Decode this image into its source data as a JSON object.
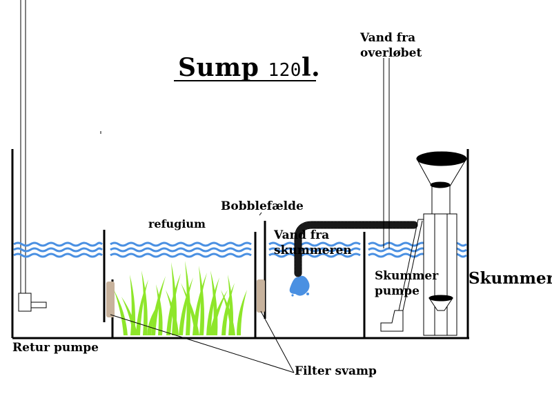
{
  "title": {
    "main": "Sump",
    "volume": "120",
    "unit": "l."
  },
  "labels": {
    "refugium": "refugium",
    "bobblefaelde": "Bobblefælde",
    "vand_fra_skummeren": "Vand fra skummeren",
    "vand_fra_overlobet": "Vand fra overløbet",
    "skummer_pumpe": "Skummer pumpe",
    "skummer": "Skummer",
    "retur_pumpe": "Retur pumpe",
    "filter_svamp": "Filter svamp"
  },
  "colors": {
    "water": "#4a90e2",
    "plant": "#8ee62a",
    "sponge": "#c7b29c",
    "outline": "#000000"
  }
}
